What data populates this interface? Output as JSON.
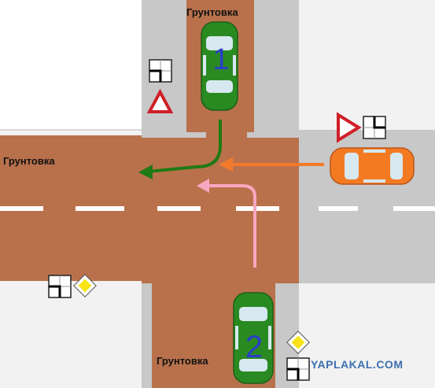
{
  "labels": {
    "dirt_north": "Грунтовка",
    "dirt_west": "Грунтовка",
    "dirt_south": "Грунтовка"
  },
  "cars": {
    "car1_number": "1",
    "car2_number": "2"
  },
  "watermark": "YAPLAKAL.COM",
  "colors": {
    "grass": "#f0f0f0",
    "asphalt": "#c6c6c6",
    "dirt": "#b9714c",
    "car_green": "#2a8a22",
    "car_orange": "#f47a22",
    "arrow_green": "#1f7a14",
    "arrow_orange": "#f37a2a",
    "arrow_pink": "#f6a8c0",
    "number_blue": "#2a3ccc",
    "yield_red": "#d01f28",
    "priority_yellow": "#f7e318"
  },
  "icons": [
    "yield-sign-icon",
    "main-road-sign-icon",
    "main-road-direction-plate-icon"
  ]
}
